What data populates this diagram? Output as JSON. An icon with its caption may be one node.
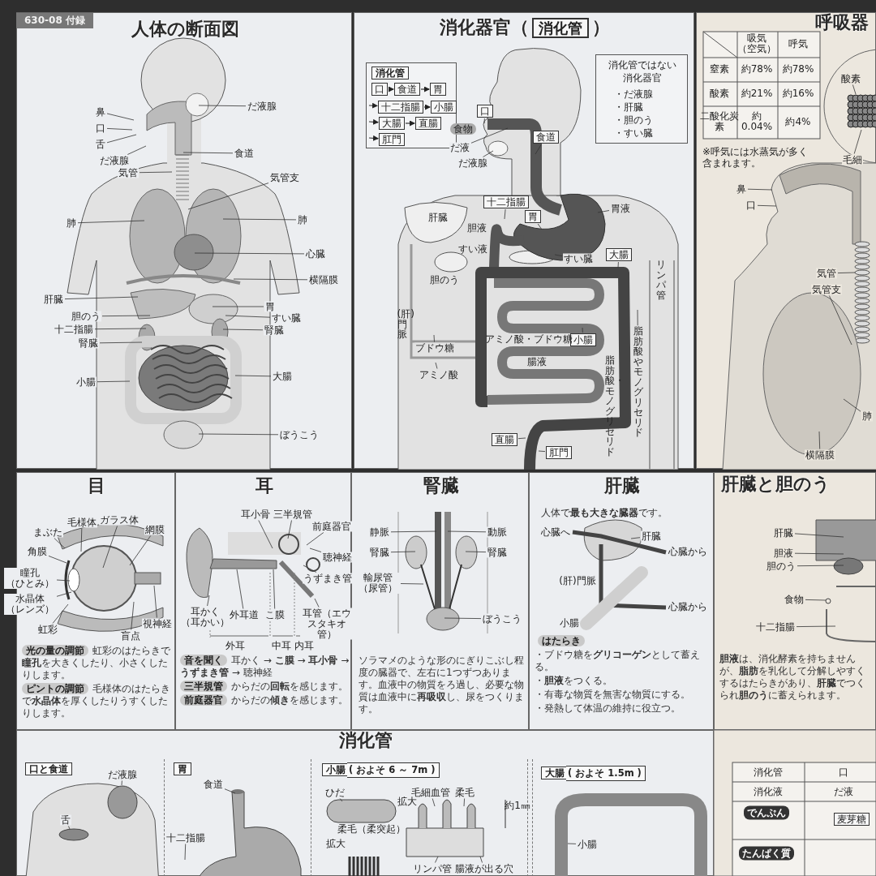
{
  "diagram": {
    "nodes": [
      {
        "text": [
          "人体の断面図"
        ]
      },
      {
        "text": [
          "消化器官（",
          "消化管",
          "）"
        ]
      },
      {
        "text": [
          "呼吸器"
        ]
      },
      {
        "text": [
          "目",
          "光の量の調節",
          "虹彩のはたらきで**瞳孔**を大きくしたり、小さくしたりします。",
          "ピントの調節",
          "毛様体のはたらきで**水晶体**を厚くしたりうすくしたりします。"
        ]
      },
      {
        "text": [
          "耳",
          "音を聞く",
          "耳かく → **こ膜** → **耳小骨** → **うずまき管** → 聴神経",
          "三半規管",
          "からだの**回転**を感じます。",
          "前庭器官",
          "からだの**傾き**を感じます。"
        ]
      },
      {
        "text": [
          "腎臓",
          "ソラマメのような形のにぎりこぶし程度の臓器で、左右に1つずつあります。血液中の物質をろ過し、必要な物質は血液中に**再吸収**し、尿をつくります。"
        ]
      },
      {
        "text": [
          "肝臓",
          "人体で**最も大きな臓器**です。",
          "はたらき",
          "・ブドウ糖を**グリコーゲン**として蓄える。",
          "・**胆液**をつくる。",
          "・有毒な物質を無害な物質にする。",
          "・発熱して体温の維持に役立つ。"
        ]
      },
      {
        "text": [
          "肝臓と胆のう",
          "**胆液**は、消化酵素を持ちませんが、**脂肪**を乳化して分解しやすくするはたらきがあり、**肝臓**でつくられ**胆のう**に蓄えられます。"
        ]
      },
      {
        "text": [
          "消化管"
        ]
      },
      {
        "text": [
          "口と食道"
        ],
        "in": 8
      },
      {
        "text": [
          "胃"
        ],
        "in": 8
      },
      {
        "text": [
          "小腸",
          "( およそ 6 ～ 7m )"
        ],
        "in": 8
      },
      {
        "text": [
          "大腸",
          "( およそ 1.5m )"
        ],
        "in": 8
      },
      {
        "text": [
          "だ液腺"
        ],
        "in": 0
      },
      {
        "text": [
          "鼻"
        ],
        "in": 0
      },
      {
        "text": [
          "口"
        ],
        "in": 0
      },
      {
        "text": [
          "舌"
        ],
        "in": 0
      },
      {
        "text": [
          "食道"
        ],
        "in": 0
      },
      {
        "text": [
          "だ液腺"
        ],
        "in": 0
      },
      {
        "text": [
          "気管"
        ],
        "in": 0
      },
      {
        "text": [
          "気管支"
        ],
        "in": 0
      },
      {
        "text": [
          "肺"
        ],
        "in": 0
      },
      {
        "text": [
          "肺"
        ],
        "in": 0
      },
      {
        "text": [
          "心臓"
        ],
        "in": 0
      },
      {
        "text": [
          "横隔膜"
        ],
        "in": 0
      },
      {
        "text": [
          "肝臓"
        ],
        "in": 0
      },
      {
        "text": [
          "胃"
        ],
        "in": 0
      },
      {
        "text": [
          "胆のう"
        ],
        "in": 0
      },
      {
        "text": [
          "すい臓"
        ],
        "in": 0
      },
      {
        "text": [
          "腎臓"
        ],
        "in": 0
      },
      {
        "text": [
          "十二指腸"
        ],
        "in": 0
      },
      {
        "text": [
          "腎臓"
        ],
        "in": 0
      },
      {
        "text": [
          "大腸"
        ],
        "in": 0
      },
      {
        "text": [
          "小腸"
        ],
        "in": 0
      },
      {
        "text": [
          "ぼうこう"
        ],
        "in": 0
      },
      {
        "text": [
          "消化管"
        ],
        "in": 1
      },
      {
        "text": [
          "口"
        ],
        "in": 35
      },
      {
        "text": [
          "食道"
        ],
        "in": 35
      },
      {
        "text": [
          "胃"
        ],
        "in": 35
      },
      {
        "text": [
          "十二指腸"
        ],
        "in": 35
      },
      {
        "text": [
          "小腸"
        ],
        "in": 35
      },
      {
        "text": [
          "大腸"
        ],
        "in": 35
      },
      {
        "text": [
          "直腸"
        ],
        "in": 35
      },
      {
        "text": [
          "肛門"
        ],
        "in": 35
      },
      {
        "text": [
          "消化管ではない消化器官",
          "・だ液腺",
          "・肝臓",
          "・胆のう",
          "・すい臓"
        ],
        "in": 1
      },
      {
        "text": [
          "口"
        ],
        "in": 1
      },
      {
        "text": [
          "食物"
        ],
        "in": 1
      },
      {
        "text": [
          "食道"
        ],
        "in": 1
      },
      {
        "text": [
          "だ液"
        ],
        "in": 1
      },
      {
        "text": [
          "だ液腺"
        ],
        "in": 1
      },
      {
        "text": [
          "十二指腸"
        ],
        "in": 1
      },
      {
        "text": [
          "胃"
        ],
        "in": 1
      },
      {
        "text": [
          "胃液"
        ],
        "in": 1
      },
      {
        "text": [
          "すい臓"
        ],
        "in": 1
      },
      {
        "text": [
          "大腸"
        ],
        "in": 1
      },
      {
        "text": [
          "ブドウ糖"
        ],
        "in": 1
      },
      {
        "text": [
          "小腸"
        ],
        "in": 1
      },
      {
        "text": [
          "アミノ酸"
        ],
        "in": 1
      },
      {
        "text": [
          "脂肪酸やモノグリセリド"
        ],
        "in": 1
      },
      {
        "text": [
          "直腸"
        ],
        "in": 1
      },
      {
        "text": [
          "肛門"
        ],
        "in": 1
      },
      {
        "text": [
          "酸素"
        ],
        "in": 2
      },
      {
        "text": [
          "毛細"
        ],
        "in": 2
      },
      {
        "text": [
          "鼻"
        ],
        "in": 2
      },
      {
        "text": [
          "口"
        ],
        "in": 2
      },
      {
        "text": [
          "気管"
        ],
        "in": 2
      },
      {
        "text": [
          "気管支"
        ],
        "in": 2
      },
      {
        "text": [
          "肺"
        ],
        "in": 2
      },
      {
        "text": [
          "横隔膜"
        ],
        "in": 2
      },
      {
        "text": [
          "まぶた"
        ],
        "in": 3
      },
      {
        "text": [
          "毛様体"
        ],
        "in": 3
      },
      {
        "text": [
          "ガラス体"
        ],
        "in": 3
      },
      {
        "text": [
          "網膜"
        ],
        "in": 3
      },
      {
        "text": [
          "角膜"
        ],
        "in": 3
      },
      {
        "text": [
          "瞳孔（ひとみ）"
        ],
        "in": 3
      },
      {
        "text": [
          "水晶体（レンズ）"
        ],
        "in": 3
      },
      {
        "text": [
          "虹彩"
        ],
        "in": 3
      },
      {
        "text": [
          "視神経"
        ],
        "in": 3
      },
      {
        "text": [
          "盲点"
        ],
        "in": 3
      },
      {
        "text": [
          "耳小骨"
        ],
        "in": 4
      },
      {
        "text": [
          "三半規管"
        ],
        "in": 4
      },
      {
        "text": [
          "前庭器官"
        ],
        "in": 4
      },
      {
        "text": [
          "聴神経"
        ],
        "in": 4
      },
      {
        "text": [
          "うずまき管"
        ],
        "in": 4
      },
      {
        "text": [
          "耳かく（耳かい）"
        ],
        "in": 4
      },
      {
        "text": [
          "外耳道"
        ],
        "in": 4
      },
      {
        "text": [
          "こ膜"
        ],
        "in": 4
      },
      {
        "text": [
          "耳管（エウスタキオ管）"
        ],
        "in": 4
      },
      {
        "text": [
          "静脈"
        ],
        "in": 5
      },
      {
        "text": [
          "動脈"
        ],
        "in": 5
      },
      {
        "text": [
          "腎臓"
        ],
        "in": 5
      },
      {
        "text": [
          "腎臓"
        ],
        "in": 5
      },
      {
        "text": [
          "輸尿管（尿管）"
        ],
        "in": 5
      },
      {
        "text": [
          "ぼうこう"
        ],
        "in": 5
      },
      {
        "text": [
          "肝臓"
        ],
        "in": 6
      },
      {
        "text": [
          "肝臓"
        ],
        "in": 7
      },
      {
        "text": [
          "胆液"
        ],
        "in": 7
      },
      {
        "text": [
          "胆のう"
        ],
        "in": 7
      },
      {
        "text": [
          "食物"
        ],
        "in": 7
      },
      {
        "text": [
          "十二指腸"
        ],
        "in": 7
      },
      {
        "text": [
          "だ液腺"
        ],
        "in": 9
      },
      {
        "text": [
          "舌"
        ],
        "in": 9
      },
      {
        "text": [
          "食道"
        ],
        "in": 10
      },
      {
        "text": [
          "十二指腸"
        ],
        "in": 10
      },
      {
        "text": [
          "ひだ"
        ],
        "in": 11
      },
      {
        "text": [
          "毛細血管"
        ],
        "in": 11
      },
      {
        "text": [
          "柔毛"
        ],
        "in": 11
      },
      {
        "text": [
          "リンパ管"
        ],
        "in": 11
      },
      {
        "text": [
          "腸液が出る穴"
        ],
        "in": 11
      },
      {
        "text": [
          "小腸"
        ],
        "in": 12
      }
    ],
    "edges": [
      {
        "from": 36,
        "to": 37,
        "arrow": "to"
      },
      {
        "from": 37,
        "to": 38,
        "arrow": "to"
      },
      {
        "from": null,
        "to": 39,
        "arrow": "to"
      },
      {
        "from": 39,
        "to": 40,
        "arrow": "to"
      },
      {
        "from": null,
        "to": 41,
        "arrow": "to"
      },
      {
        "from": 41,
        "to": 42,
        "arrow": "to"
      },
      {
        "from": null,
        "to": 43,
        "arrow": "to"
      },
      {
        "from": 13,
        "to": null,
        "arrow": "none"
      },
      {
        "from": 14,
        "to": null,
        "arrow": "none"
      },
      {
        "from": 15,
        "to": null,
        "arrow": "none"
      },
      {
        "from": 16,
        "to": null,
        "arrow": "none"
      },
      {
        "from": 17,
        "to": null,
        "arrow": "none"
      },
      {
        "from": 18,
        "to": null,
        "arrow": "none"
      },
      {
        "from": 19,
        "to": null,
        "arrow": "none"
      },
      {
        "from": 20,
        "to": null,
        "arrow": "none"
      },
      {
        "from": 21,
        "to": null,
        "arrow": "none"
      },
      {
        "from": 22,
        "to": null,
        "arrow": "none"
      },
      {
        "from": 23,
        "to": null,
        "arrow": "none"
      },
      {
        "from": 24,
        "to": null,
        "arrow": "none"
      },
      {
        "from": 25,
        "to": null,
        "arrow": "none"
      },
      {
        "from": 26,
        "to": null,
        "arrow": "none"
      },
      {
        "from": 27,
        "to": null,
        "arrow": "none"
      },
      {
        "from": 28,
        "to": null,
        "arrow": "none"
      },
      {
        "from": 29,
        "to": null,
        "arrow": "none"
      },
      {
        "from": 30,
        "to": null,
        "arrow": "none"
      },
      {
        "from": 31,
        "to": null,
        "arrow": "none"
      },
      {
        "from": 32,
        "to": null,
        "arrow": "none"
      },
      {
        "from": 33,
        "to": null,
        "arrow": "none"
      },
      {
        "from": 34,
        "to": null,
        "arrow": "none"
      },
      {
        "from": 45,
        "to": null,
        "arrow": "none"
      },
      {
        "from": 47,
        "to": null,
        "arrow": "none"
      },
      {
        "from": 48,
        "to": null,
        "arrow": "none"
      },
      {
        "from": 49,
        "to": null,
        "arrow": "none"
      },
      {
        "from": 50,
        "to": null,
        "arrow": "none"
      },
      {
        "from": 51,
        "to": null,
        "arrow": "none"
      },
      {
        "from": 52,
        "to": null,
        "arrow": "none"
      },
      {
        "from": 53,
        "to": null,
        "arrow": "none"
      },
      {
        "from": 54,
        "to": null,
        "arrow": "none"
      },
      {
        "from": 55,
        "to": null,
        "arrow": "none"
      },
      {
        "from": 56,
        "to": null,
        "arrow": "none"
      },
      {
        "from": 57,
        "to": null,
        "arrow": "none"
      },
      {
        "from": 58,
        "to": null,
        "arrow": "none"
      },
      {
        "from": 59,
        "to": null,
        "arrow": "none"
      },
      {
        "from": 60,
        "to": null,
        "arrow": "none"
      },
      {
        "from": 61,
        "to": null,
        "arrow": "none"
      },
      {
        "from": 62,
        "to": null,
        "arrow": "none"
      },
      {
        "from": 63,
        "to": null,
        "arrow": "none"
      },
      {
        "from": 64,
        "to": null,
        "arrow": "none"
      },
      {
        "from": 65,
        "to": null,
        "arrow": "none"
      },
      {
        "from": 66,
        "to": null,
        "arrow": "none"
      },
      {
        "from": 67,
        "to": null,
        "arrow": "none"
      },
      {
        "from": 68,
        "to": null,
        "arrow": "none"
      },
      {
        "from": 69,
        "to": null,
        "arrow": "none"
      },
      {
        "from": 70,
        "to": null,
        "arrow": "none"
      },
      {
        "from": 71,
        "to": null,
        "arrow": "none"
      },
      {
        "from": 72,
        "to": null,
        "arrow": "none"
      },
      {
        "from": 73,
        "to": null,
        "arrow": "none"
      },
      {
        "from": 74,
        "to": null,
        "arrow": "none"
      },
      {
        "from": 75,
        "to": null,
        "arrow": "none"
      },
      {
        "from": 76,
        "to": null,
        "arrow": "none"
      },
      {
        "from": 77,
        "to": null,
        "arrow": "none"
      },
      {
        "from": 78,
        "to": null,
        "arrow": "none"
      },
      {
        "from": 79,
        "to": null,
        "arrow": "none"
      },
      {
        "from": 80,
        "to": null,
        "arrow": "none"
      },
      {
        "from": 81,
        "to": null,
        "arrow": "none"
      },
      {
        "from": 82,
        "to": null,
        "arrow": "none"
      },
      {
        "from": 83,
        "to": null,
        "arrow": "none"
      },
      {
        "from": 84,
        "to": null,
        "arrow": "none"
      },
      {
        "from": 85,
        "to": null,
        "arrow": "none"
      },
      {
        "from": 86,
        "to": null,
        "arrow": "none"
      },
      {
        "from": 87,
        "to": null,
        "arrow": "none"
      },
      {
        "from": 88,
        "to": null,
        "arrow": "none"
      },
      {
        "from": 89,
        "to": null,
        "arrow": "none"
      },
      {
        "from": 90,
        "to": null,
        "arrow": "none"
      },
      {
        "from": 91,
        "to": null,
        "arrow": "none"
      },
      {
        "from": 92,
        "to": null,
        "arrow": "none"
      },
      {
        "from": 93,
        "to": null,
        "arrow": "none"
      },
      {
        "from": 94,
        "to": null,
        "arrow": "none"
      },
      {
        "from": 95,
        "to": null,
        "arrow": "none"
      },
      {
        "from": 96,
        "to": null,
        "arrow": "none"
      },
      {
        "from": 97,
        "to": null,
        "arrow": "none"
      },
      {
        "from": 98,
        "to": null,
        "arrow": "none"
      },
      {
        "from": 99,
        "to": null,
        "arrow": "none"
      },
      {
        "from": 100,
        "to": null,
        "arrow": "none"
      },
      {
        "from": 101,
        "to": null,
        "arrow": "none"
      },
      {
        "from": 102,
        "to": null,
        "arrow": "none"
      },
      {
        "from": 103,
        "to": null,
        "arrow": "none"
      },
      {
        "from": 104,
        "to": null,
        "arrow": "none"
      },
      {
        "from": 105,
        "to": null,
        "arrow": "none"
      },
      {
        "from": 106,
        "to": null,
        "arrow": "none"
      },
      {
        "from": 107,
        "to": null,
        "arrow": "none"
      },
      {
        "from": 108,
        "to": null,
        "arrow": "none"
      },
      {
        "from": 109,
        "to": null,
        "arrow": "none"
      }
    ],
    "labels": [
      "630-08 付録",
      "肝臓",
      "胆液",
      "すい液",
      "胆のう",
      "リンパ管",
      "(肝)門脈",
      "アミノ酸・ブドウ糖",
      "腸液",
      "脂肪酸・モノグリセリド",
      "吸気（空気）",
      "呼気",
      "窒素",
      "約78%",
      "約78%",
      "酸素",
      "約21%",
      "約16%",
      "二酸化炭素",
      "約0.04%",
      "約4%",
      "※呼気には水蒸気が多く含まれます。",
      "外耳",
      "中耳",
      "内耳",
      "心臓へ",
      "心臓から",
      "(肝)門脈",
      "心臓から",
      "小腸",
      "拡大",
      "柔毛（柔突起）",
      "拡大",
      "約1㎜",
      "消化管",
      "口",
      "消化液",
      "だ液",
      "でんぷん",
      "麦芽糖",
      "たんぱく質"
    ]
  }
}
